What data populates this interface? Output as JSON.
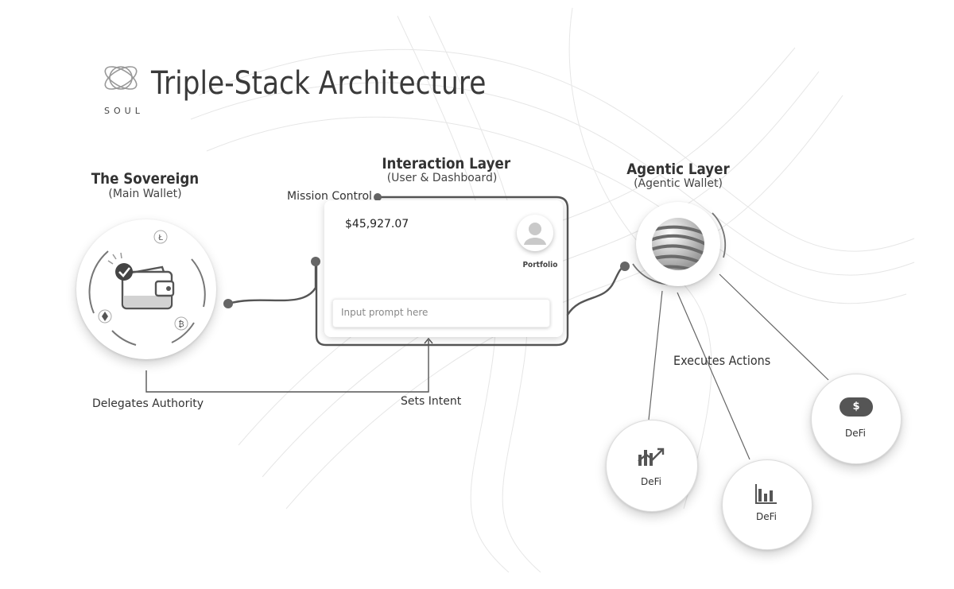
{
  "header": {
    "title": "Triple-Stack Architecture",
    "brand": "SOUL",
    "logo_icon": "soul-ring-logo-icon"
  },
  "sovereign": {
    "title": "The Sovereign",
    "subtitle": "(Main Wallet)",
    "icons": [
      "wallet-icon",
      "check-icon",
      "litecoin-icon",
      "ethereum-icon",
      "bitcoin-icon"
    ]
  },
  "interaction": {
    "title": "Interaction Layer",
    "subtitle": "(User & Dashboard)",
    "mission_label": "Mission Control",
    "balance": "$45,927.07",
    "portfolio_label": "Portfolio",
    "prompt_placeholder": "Input prompt here",
    "avatar_icon": "user-avatar-icon"
  },
  "agentic": {
    "title": "Agentic Layer",
    "subtitle": "(Agentic Wallet)",
    "sphere_icon": "striped-sphere-icon"
  },
  "connections": {
    "delegates": "Delegates Authority",
    "sets_intent": "Sets Intent",
    "executes": "Executes Actions"
  },
  "defi_nodes": [
    {
      "label": "DeFi",
      "icon": "bar-trend-chart-icon"
    },
    {
      "label": "DeFi",
      "icon": "bar-chart-icon"
    },
    {
      "label": "DeFi",
      "icon": "dollar-icon",
      "badge": "$"
    }
  ],
  "colors": {
    "line": "#555555",
    "text": "#333333",
    "background": "#ffffff"
  }
}
